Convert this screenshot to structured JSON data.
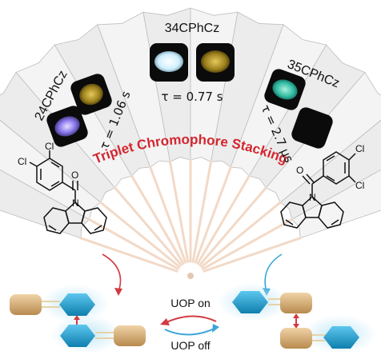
{
  "fan": {
    "title": "Triplet Chromophore Stacking",
    "colors": {
      "paper": "#ececec",
      "edge": "#bdbdbd",
      "title": "#d4252f",
      "rib": "#f2d9c7"
    }
  },
  "compounds": [
    {
      "name": "24CPhCz",
      "lifetime": "τ = 1.06 s",
      "swatch_on_icon": "violet-crystal",
      "swatch_off_icon": "yellow-crystal"
    },
    {
      "name": "34CPhCz",
      "lifetime": "τ = 0.77 s",
      "swatch_on_icon": "white-crystal",
      "swatch_off_icon": "yellow-crystal"
    },
    {
      "name": "35CPhCz",
      "lifetime": "τ = 2.7 μs",
      "swatch_on_icon": "teal-crystal",
      "swatch_off_icon": "dark-crystal"
    }
  ],
  "molecules": {
    "left": {
      "cl_labels": [
        "Cl",
        "Cl"
      ],
      "o_label": "O",
      "n_label": "N"
    },
    "right": {
      "cl_labels": [
        "Cl",
        "Cl"
      ],
      "o_label": "O",
      "n_label": "N"
    }
  },
  "switch": {
    "on_label": "UOP on",
    "off_label": "UOP off",
    "on_color": "#c9323b",
    "off_color": "#3aa6d8"
  },
  "colors": {
    "hexagon": "#1fa3d6",
    "capsule": "#d9b482",
    "glow": "#bfe6f7",
    "arrow_red": "#d23a40",
    "arrow_blue": "#3aa6d8"
  }
}
